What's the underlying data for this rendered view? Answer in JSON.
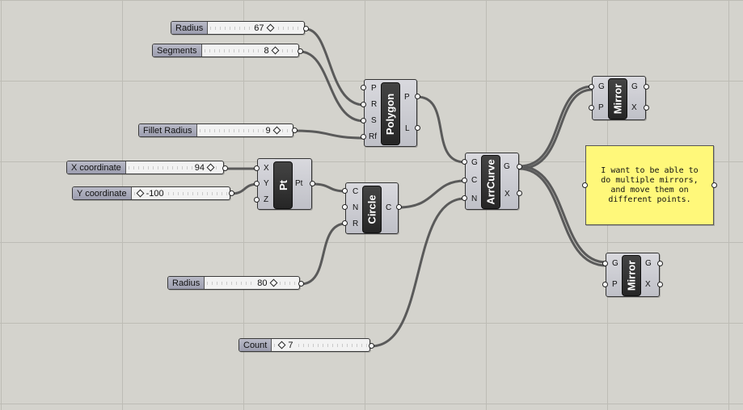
{
  "sliders": [
    {
      "id": "radius_top",
      "label": "Radius",
      "value": "67"
    },
    {
      "id": "segments",
      "label": "Segments",
      "value": "8"
    },
    {
      "id": "fillet_radius",
      "label": "Fillet Radius",
      "value": "9"
    },
    {
      "id": "x_coord",
      "label": "X coordinate",
      "value": "94"
    },
    {
      "id": "y_coord",
      "label": "Y coordinate",
      "value": "-100"
    },
    {
      "id": "radius_bottom",
      "label": "Radius",
      "value": "80"
    },
    {
      "id": "count",
      "label": "Count",
      "value": "7"
    }
  ],
  "components": {
    "polygon": {
      "name": "Polygon",
      "inputs": [
        "P",
        "R",
        "S",
        "Rf"
      ],
      "outputs": [
        "P",
        "L"
      ]
    },
    "pt": {
      "name": "Pt",
      "inputs": [
        "X",
        "Y",
        "Z"
      ],
      "outputs": [
        "Pt"
      ]
    },
    "circle": {
      "name": "Circle",
      "inputs": [
        "C",
        "N",
        "R"
      ],
      "outputs": [
        "C"
      ]
    },
    "arrcurve": {
      "name": "ArrCurve",
      "inputs": [
        "G",
        "C",
        "N"
      ],
      "outputs": [
        "G",
        "X"
      ]
    },
    "mirror_top": {
      "name": "Mirror",
      "inputs": [
        "G",
        "P"
      ],
      "outputs": [
        "G",
        "X"
      ]
    },
    "mirror_bottom": {
      "name": "Mirror",
      "inputs": [
        "G",
        "P"
      ],
      "outputs": [
        "G",
        "X"
      ]
    }
  },
  "panel": {
    "text": "I want to be able to\ndo multiple mirrors,\nand move them on\ndifferent points."
  },
  "colors": {
    "canvas": "#d4d3cd",
    "grid": "#bdbcb5",
    "wire": "#5a5a5a",
    "panel": "#fff87a",
    "component": "#c8c9cf"
  }
}
